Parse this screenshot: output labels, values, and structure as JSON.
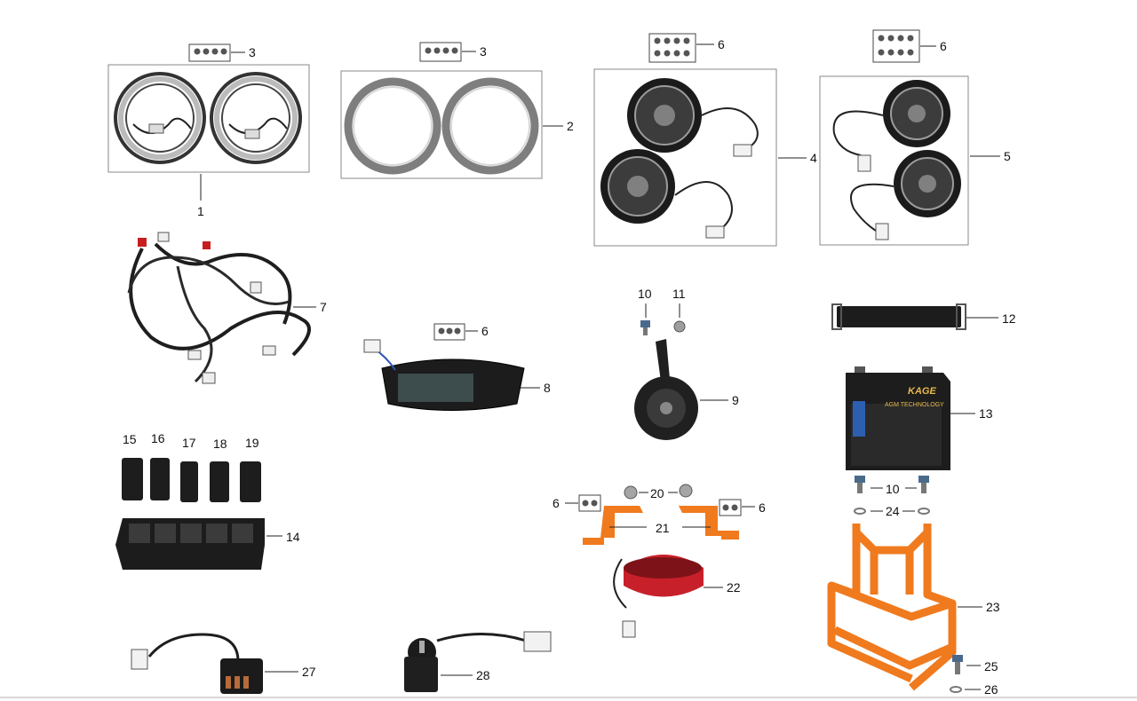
{
  "callouts": {
    "c1": "1",
    "c2": "2",
    "c3a": "3",
    "c3b": "3",
    "c4": "4",
    "c5": "5",
    "c6a": "6",
    "c6b": "6",
    "c6c": "6",
    "c6d": "6",
    "c6e": "6",
    "c7": "7",
    "c8": "8",
    "c9": "9",
    "c10a": "10",
    "c10b": "10",
    "c11": "11",
    "c12": "12",
    "c13": "13",
    "c14": "14",
    "c15": "15",
    "c16": "16",
    "c17": "17",
    "c18": "18",
    "c19": "19",
    "c20": "20",
    "c21": "21",
    "c22": "22",
    "c23": "23",
    "c24": "24",
    "c25": "25",
    "c26": "26",
    "c27": "27",
    "c28": "28"
  },
  "battery_label": {
    "brand": "KAGE",
    "line1": "AGM TECHNOLOGY"
  },
  "colors": {
    "frame_orange": "#f07a1e",
    "battery_black": "#1d1d1d",
    "tail_red": "#c8202a",
    "chrome": "#9a9a9a"
  }
}
